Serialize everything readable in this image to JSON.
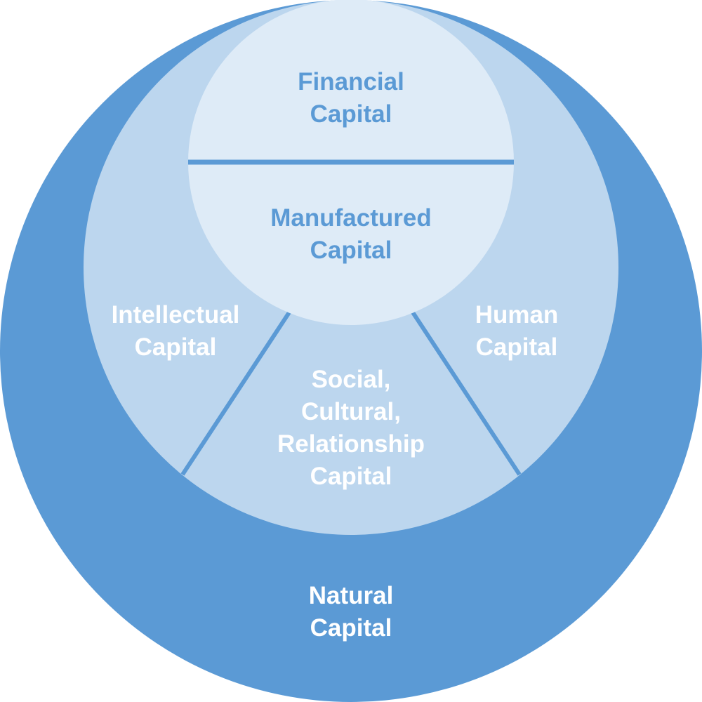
{
  "colors": {
    "outer_ring": "#5b9ad5",
    "middle_ring": "#bcd6ee",
    "inner_circle": "#deebf7",
    "divider": "#5b9ad5",
    "light_text": "#ffffff",
    "dark_text": "#5b9ad5"
  },
  "labels": {
    "financial": [
      "Financial",
      "Capital"
    ],
    "manufactured": [
      "Manufactured",
      "Capital"
    ],
    "intellectual": [
      "Intellectual",
      "Capital"
    ],
    "human": [
      "Human",
      "Capital"
    ],
    "social": [
      "Social,",
      "Cultural,",
      "Relationship",
      "Capital"
    ],
    "natural": [
      "Natural",
      "Capital"
    ]
  }
}
